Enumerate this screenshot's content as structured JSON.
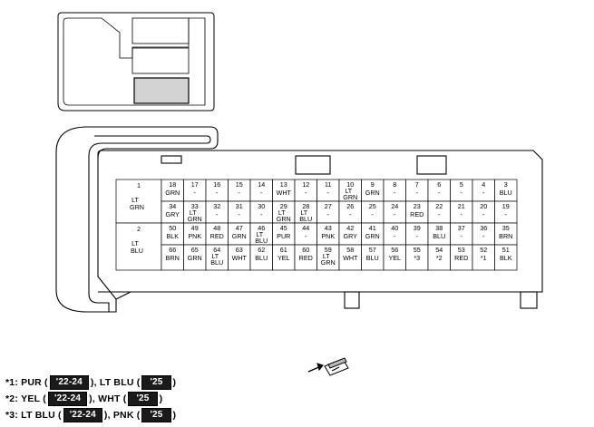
{
  "connector": {
    "cells": [
      {
        "col": 0,
        "band": 0,
        "lines": [
          "1",
          "",
          "LT",
          "GRN"
        ]
      },
      {
        "col": 0,
        "band": 1,
        "lines": [
          "2",
          "",
          "LT",
          "BLU"
        ]
      },
      {
        "col": 1,
        "row": 0,
        "num": "18",
        "color": [
          "GRN"
        ]
      },
      {
        "col": 2,
        "row": 0,
        "num": "17",
        "color": [
          "-"
        ]
      },
      {
        "col": 3,
        "row": 0,
        "num": "16",
        "color": [
          "-"
        ]
      },
      {
        "col": 4,
        "row": 0,
        "num": "15",
        "color": [
          "-"
        ]
      },
      {
        "col": 5,
        "row": 0,
        "num": "14",
        "color": [
          "-"
        ]
      },
      {
        "col": 6,
        "row": 0,
        "num": "13",
        "color": [
          "WHT"
        ]
      },
      {
        "col": 7,
        "row": 0,
        "num": "12",
        "color": [
          "-"
        ]
      },
      {
        "col": 8,
        "row": 0,
        "num": "11",
        "color": [
          "-"
        ]
      },
      {
        "col": 9,
        "row": 0,
        "num": "10",
        "color": [
          "LT",
          "GRN"
        ]
      },
      {
        "col": 10,
        "row": 0,
        "num": "9",
        "color": [
          "GRN"
        ]
      },
      {
        "col": 11,
        "row": 0,
        "num": "8",
        "color": [
          "-"
        ]
      },
      {
        "col": 12,
        "row": 0,
        "num": "7",
        "color": [
          "-"
        ]
      },
      {
        "col": 13,
        "row": 0,
        "num": "6",
        "color": [
          "-"
        ]
      },
      {
        "col": 14,
        "row": 0,
        "num": "5",
        "color": [
          "-"
        ]
      },
      {
        "col": 15,
        "row": 0,
        "num": "4",
        "color": [
          "-"
        ]
      },
      {
        "col": 16,
        "row": 0,
        "num": "3",
        "color": [
          "BLU"
        ]
      },
      {
        "col": 1,
        "row": 1,
        "num": "34",
        "color": [
          "GRY"
        ]
      },
      {
        "col": 2,
        "row": 1,
        "num": "33",
        "color": [
          "LT",
          "GRN"
        ]
      },
      {
        "col": 3,
        "row": 1,
        "num": "32",
        "color": [
          "-"
        ]
      },
      {
        "col": 4,
        "row": 1,
        "num": "31",
        "color": [
          "-"
        ]
      },
      {
        "col": 5,
        "row": 1,
        "num": "30",
        "color": [
          "-"
        ]
      },
      {
        "col": 6,
        "row": 1,
        "num": "29",
        "color": [
          "LT",
          "GRN"
        ]
      },
      {
        "col": 7,
        "row": 1,
        "num": "28",
        "color": [
          "LT",
          "BLU"
        ]
      },
      {
        "col": 8,
        "row": 1,
        "num": "27",
        "color": [
          "-"
        ]
      },
      {
        "col": 9,
        "row": 1,
        "num": "26",
        "color": [
          "-"
        ]
      },
      {
        "col": 10,
        "row": 1,
        "num": "25",
        "color": [
          "-"
        ]
      },
      {
        "col": 11,
        "row": 1,
        "num": "24",
        "color": [
          "-"
        ]
      },
      {
        "col": 12,
        "row": 1,
        "num": "23",
        "color": [
          "RED"
        ]
      },
      {
        "col": 13,
        "row": 1,
        "num": "22",
        "color": [
          "-"
        ]
      },
      {
        "col": 14,
        "row": 1,
        "num": "21",
        "color": [
          "-"
        ]
      },
      {
        "col": 15,
        "row": 1,
        "num": "20",
        "color": [
          "-"
        ]
      },
      {
        "col": 16,
        "row": 1,
        "num": "19",
        "color": [
          "-"
        ]
      },
      {
        "col": 1,
        "row": 2,
        "num": "50",
        "color": [
          "BLK"
        ]
      },
      {
        "col": 2,
        "row": 2,
        "num": "49",
        "color": [
          "PNK"
        ]
      },
      {
        "col": 3,
        "row": 2,
        "num": "48",
        "color": [
          "RED"
        ]
      },
      {
        "col": 4,
        "row": 2,
        "num": "47",
        "color": [
          "GRN"
        ]
      },
      {
        "col": 5,
        "row": 2,
        "num": "46",
        "color": [
          "LT",
          "BLU"
        ]
      },
      {
        "col": 6,
        "row": 2,
        "num": "45",
        "color": [
          "PUR"
        ]
      },
      {
        "col": 7,
        "row": 2,
        "num": "44",
        "color": [
          "-"
        ]
      },
      {
        "col": 8,
        "row": 2,
        "num": "43",
        "color": [
          "PNK"
        ]
      },
      {
        "col": 9,
        "row": 2,
        "num": "42",
        "color": [
          "GRY"
        ]
      },
      {
        "col": 10,
        "row": 2,
        "num": "41",
        "color": [
          "GRN"
        ]
      },
      {
        "col": 11,
        "row": 2,
        "num": "40",
        "color": [
          "-"
        ]
      },
      {
        "col": 12,
        "row": 2,
        "num": "39",
        "color": [
          "-"
        ]
      },
      {
        "col": 13,
        "row": 2,
        "num": "38",
        "color": [
          "BLU"
        ]
      },
      {
        "col": 14,
        "row": 2,
        "num": "37",
        "color": [
          "-"
        ]
      },
      {
        "col": 15,
        "row": 2,
        "num": "36",
        "color": [
          "-"
        ]
      },
      {
        "col": 16,
        "row": 2,
        "num": "35",
        "color": [
          "BRN"
        ]
      },
      {
        "col": 1,
        "row": 3,
        "num": "66",
        "color": [
          "BRN"
        ]
      },
      {
        "col": 2,
        "row": 3,
        "num": "65",
        "color": [
          "GRN"
        ]
      },
      {
        "col": 3,
        "row": 3,
        "num": "64",
        "color": [
          "LT",
          "BLU"
        ]
      },
      {
        "col": 4,
        "row": 3,
        "num": "63",
        "color": [
          "WHT"
        ]
      },
      {
        "col": 5,
        "row": 3,
        "num": "62",
        "color": [
          "BLU"
        ]
      },
      {
        "col": 6,
        "row": 3,
        "num": "61",
        "color": [
          "YEL"
        ]
      },
      {
        "col": 7,
        "row": 3,
        "num": "60",
        "color": [
          "RED"
        ]
      },
      {
        "col": 8,
        "row": 3,
        "num": "59",
        "color": [
          "LT",
          "GRN"
        ]
      },
      {
        "col": 9,
        "row": 3,
        "num": "58",
        "color": [
          "WHT"
        ]
      },
      {
        "col": 10,
        "row": 3,
        "num": "57",
        "color": [
          "BLU"
        ]
      },
      {
        "col": 11,
        "row": 3,
        "num": "56",
        "color": [
          "YEL"
        ]
      },
      {
        "col": 12,
        "row": 3,
        "num": "55",
        "color": [
          "*3"
        ]
      },
      {
        "col": 13,
        "row": 3,
        "num": "54",
        "color": [
          "*2"
        ]
      },
      {
        "col": 14,
        "row": 3,
        "num": "53",
        "color": [
          "RED"
        ]
      },
      {
        "col": 15,
        "row": 3,
        "num": "52",
        "color": [
          "*1"
        ]
      },
      {
        "col": 16,
        "row": 3,
        "num": "51",
        "color": [
          "BLK"
        ]
      }
    ]
  },
  "notes": [
    {
      "key": "*1:",
      "a_color": "PUR",
      "a_years": "'22-24",
      "b_color": "LT BLU",
      "b_years": "'25"
    },
    {
      "key": "*2:",
      "a_color": "YEL",
      "a_years": "'22-24",
      "b_color": "WHT",
      "b_years": "'25"
    },
    {
      "key": "*3:",
      "a_color": "LT BLU",
      "a_years": "'22-24",
      "b_color": "PNK",
      "b_years": "'25"
    }
  ]
}
